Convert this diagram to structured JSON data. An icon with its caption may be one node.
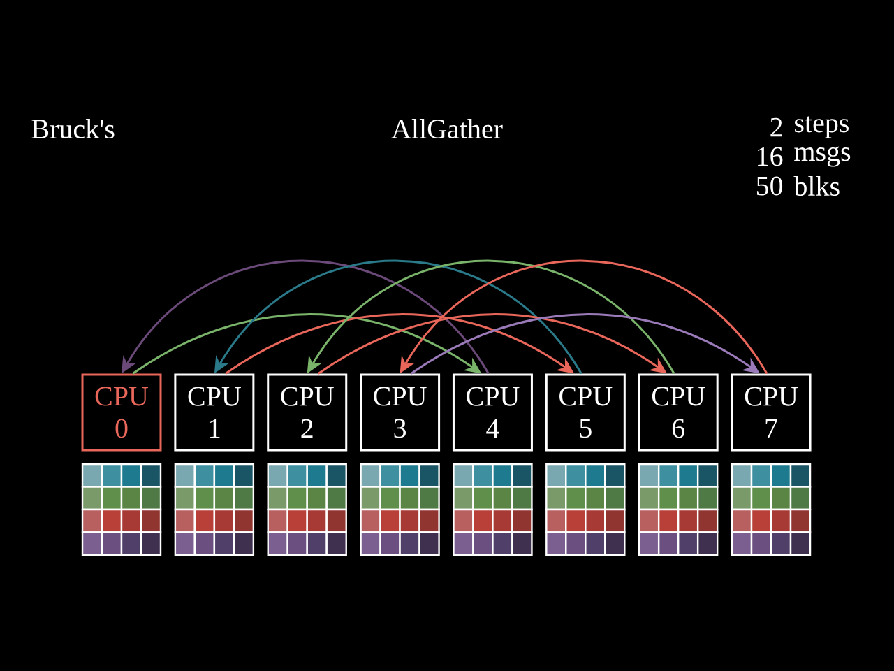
{
  "diagram": {
    "nodes": [
      {
        "text": [
          "CPU 0"
        ]
      },
      {
        "text": [
          "CPU 1"
        ]
      },
      {
        "text": [
          "CPU 2"
        ]
      },
      {
        "text": [
          "CPU 3"
        ]
      },
      {
        "text": [
          "CPU 4"
        ]
      },
      {
        "text": [
          "CPU 5"
        ]
      },
      {
        "text": [
          "CPU 6"
        ]
      },
      {
        "text": [
          "CPU 7"
        ]
      }
    ],
    "edges": [
      {
        "from": 4,
        "to": 0,
        "arrow": "to",
        "color": "#6b4a7a"
      },
      {
        "from": 0,
        "to": 4,
        "arrow": "to",
        "color": "#7ab36a"
      },
      {
        "from": 5,
        "to": 1,
        "arrow": "to",
        "color": "#2a7a8a"
      },
      {
        "from": 1,
        "to": 5,
        "arrow": "to",
        "color": "#e8675a"
      },
      {
        "from": 6,
        "to": 2,
        "arrow": "to",
        "color": "#7ab36a"
      },
      {
        "from": 2,
        "to": 6,
        "arrow": "to",
        "color": "#e8675a"
      },
      {
        "from": 7,
        "to": 3,
        "arrow": "to",
        "color": "#e8675a"
      },
      {
        "from": 3,
        "to": 7,
        "arrow": "to",
        "color": "#9a7ab8"
      }
    ],
    "labels": [
      "Bruck's",
      "AllGather",
      "2",
      "steps",
      "16",
      "msgs",
      "50",
      "blks"
    ]
  }
}
